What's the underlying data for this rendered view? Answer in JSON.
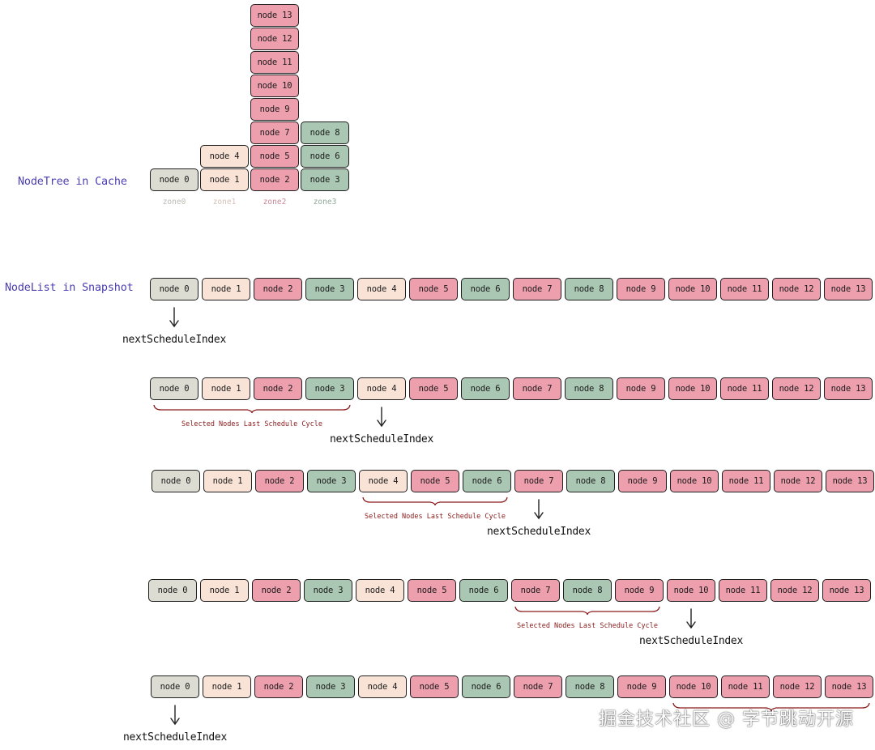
{
  "labels": {
    "tree": "NodeTree in Cache",
    "list": "NodeList in Snapshot",
    "next_index": "nextScheduleIndex",
    "selected": "Selected Nodes Last Schedule Cycle"
  },
  "zones": [
    {
      "name": "zone0",
      "color": "#dcdcd2",
      "nodes": [
        "node 0"
      ]
    },
    {
      "name": "zone1",
      "color": "#f9e3d6",
      "nodes": [
        "node 1",
        "node 4"
      ]
    },
    {
      "name": "zone2",
      "color": "#ee9fae",
      "nodes": [
        "node 2",
        "node 5",
        "node 7",
        "node 9",
        "node 10",
        "node 11",
        "node 12",
        "node 13"
      ]
    },
    {
      "name": "zone3",
      "color": "#a9c7b2",
      "nodes": [
        "node 3",
        "node 6",
        "node 8"
      ]
    }
  ],
  "snapshot_list": [
    {
      "label": "node 0",
      "zone": 0
    },
    {
      "label": "node 1",
      "zone": 1
    },
    {
      "label": "node 2",
      "zone": 2
    },
    {
      "label": "node 3",
      "zone": 3
    },
    {
      "label": "node 4",
      "zone": 1
    },
    {
      "label": "node 5",
      "zone": 2
    },
    {
      "label": "node 6",
      "zone": 3
    },
    {
      "label": "node 7",
      "zone": 2
    },
    {
      "label": "node 8",
      "zone": 3
    },
    {
      "label": "node 9",
      "zone": 2
    },
    {
      "label": "node 10",
      "zone": 2
    },
    {
      "label": "node 11",
      "zone": 2
    },
    {
      "label": "node 12",
      "zone": 2
    },
    {
      "label": "node 13",
      "zone": 2
    }
  ],
  "cycles": [
    {
      "next_index": 0,
      "selected": []
    },
    {
      "next_index": 4,
      "selected": [
        0,
        1,
        2,
        3
      ]
    },
    {
      "next_index": 7,
      "selected": [
        4,
        5,
        6
      ]
    },
    {
      "next_index": 10,
      "selected": [
        7,
        8,
        9
      ]
    },
    {
      "next_index": 0,
      "selected": [
        10,
        11,
        12,
        13
      ]
    }
  ],
  "watermark": "掘金技术社区 @ 字节跳动开源"
}
